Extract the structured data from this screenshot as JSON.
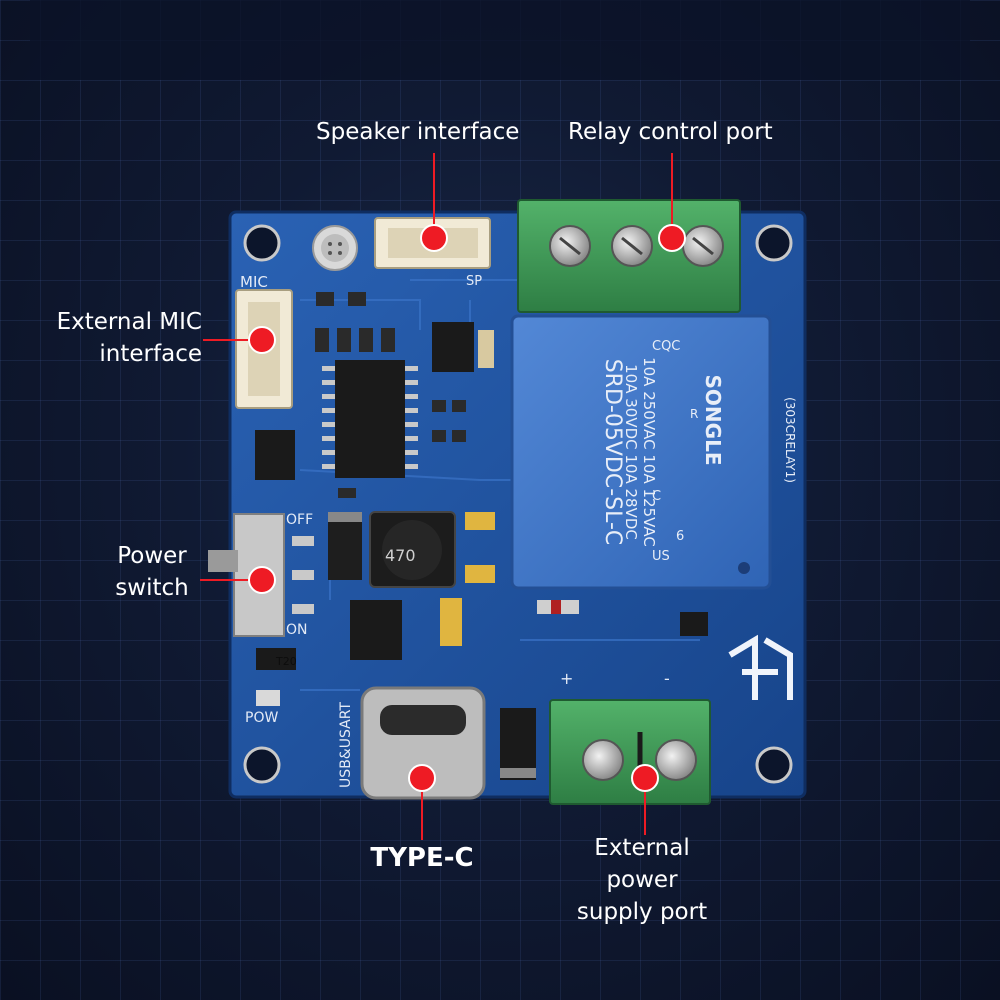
{
  "callouts": {
    "speaker": "Speaker interface",
    "relay": "Relay control port",
    "mic_line1": "External MIC",
    "mic_line2": "interface",
    "power_line1": "Power",
    "power_line2": "switch",
    "typec": "TYPE-C",
    "ext_line1": "External",
    "ext_line2": "power",
    "ext_line3": "supply port"
  },
  "silkscreen": {
    "mic": "MIC",
    "sp": "SP",
    "off": "OFF",
    "on": "ON",
    "t20": "T20",
    "pow": "POW",
    "usb": "USB&USART",
    "plus": "+",
    "minus": "-",
    "inductor": "470",
    "relay_side": "(303CRELAY1)"
  },
  "relay": {
    "line1": "10A 250VAC 10A 125VAC",
    "line2": "10A 30VDC 10A 28VDC",
    "model": "SRD-05VDC-SL-C",
    "brand": "SONGLE",
    "cqc": "CQC",
    "reg": "R",
    "c": "C",
    "us": "US",
    "six": "6"
  },
  "colors": {
    "board": "#1f4f9c",
    "terminal_green": "#3f9a56",
    "relay_blue": "#3f74c6",
    "marker_red": "#ee1b24"
  }
}
